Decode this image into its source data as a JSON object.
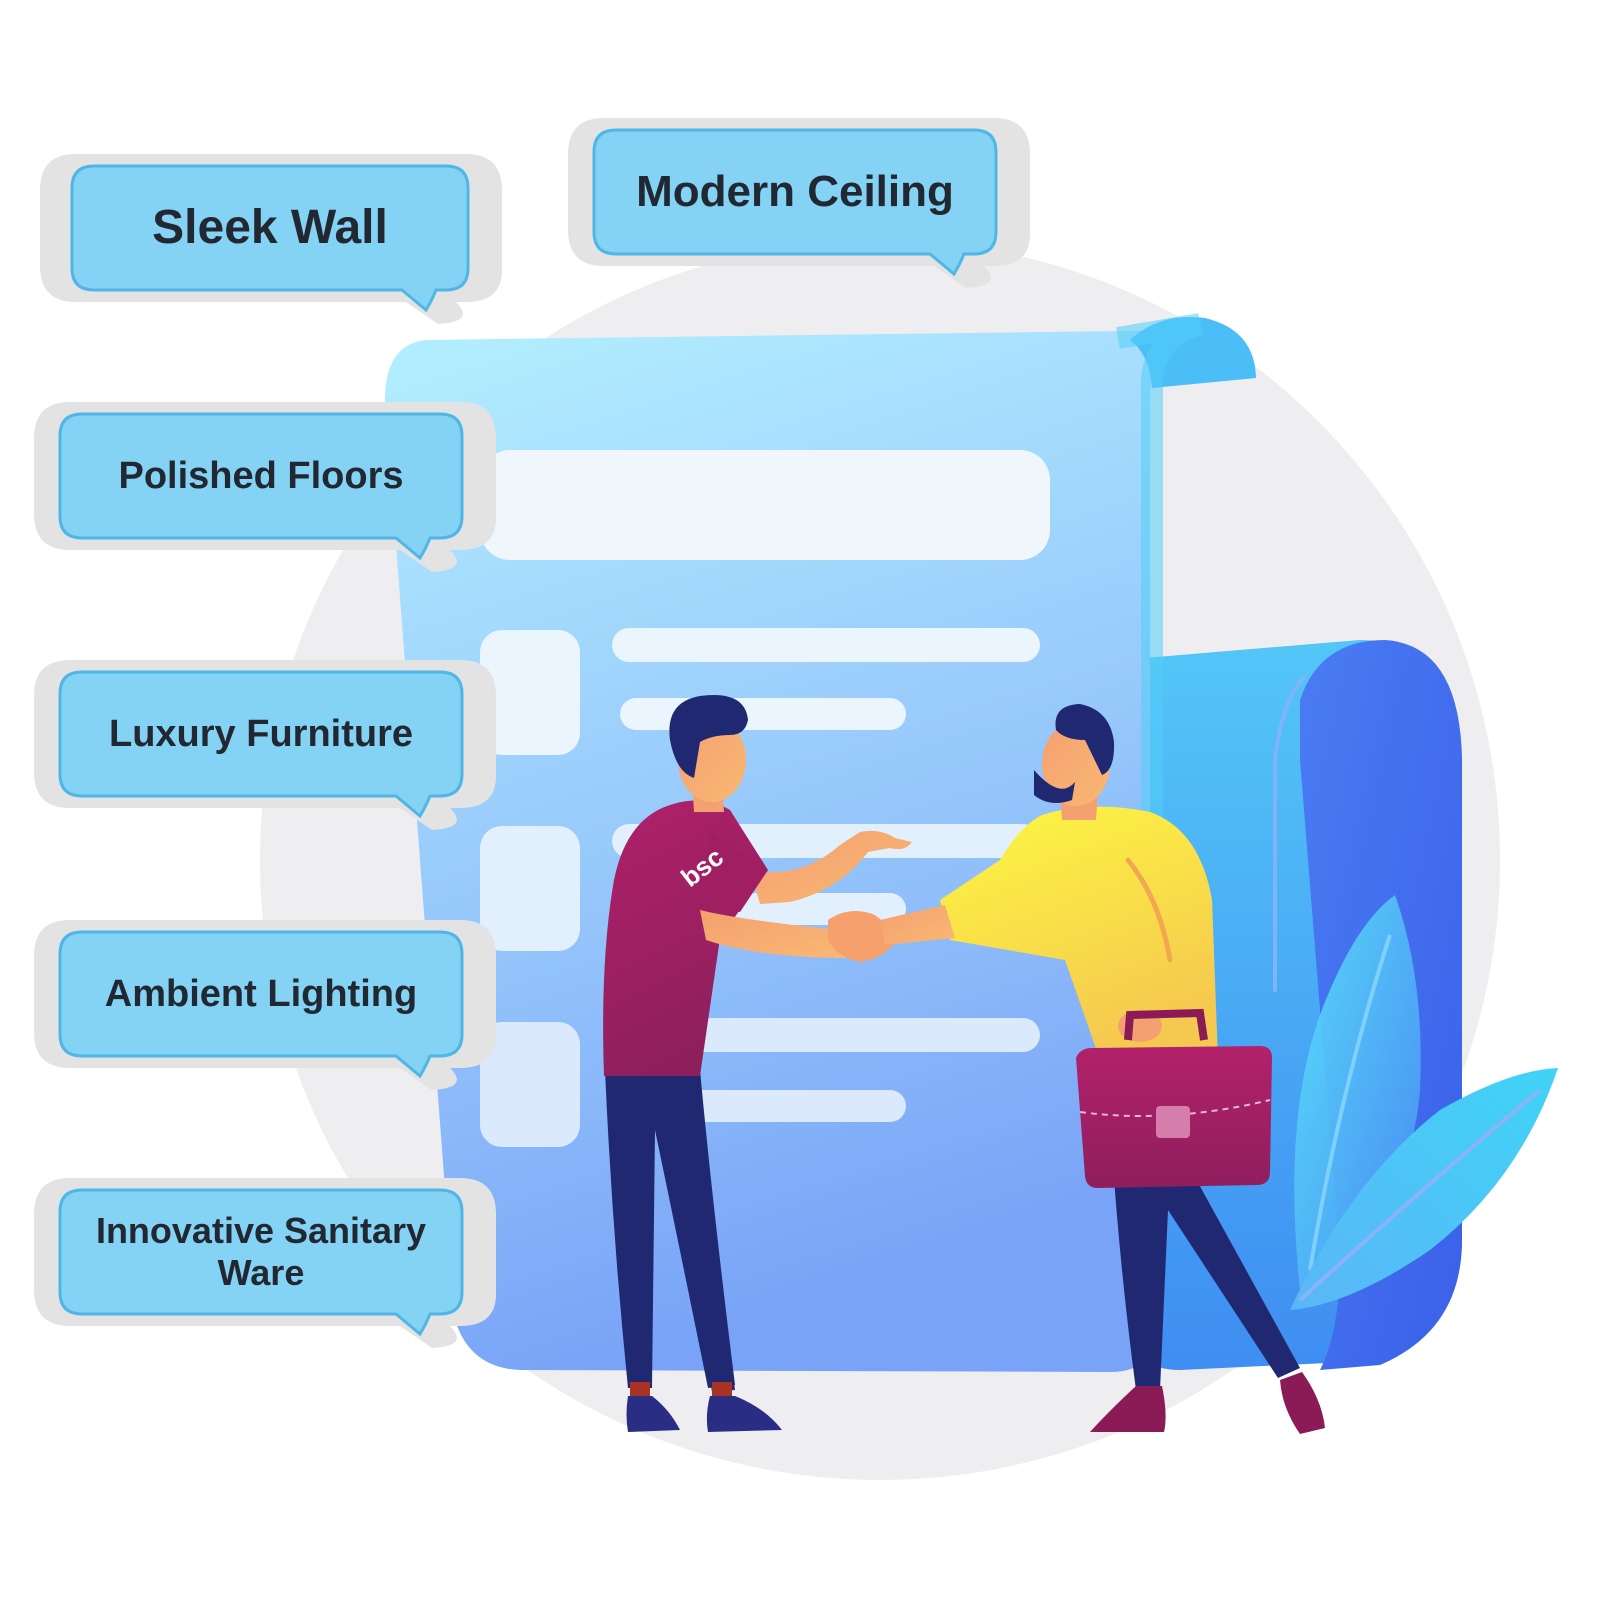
{
  "colors": {
    "bubble_fill": "#84d3f5",
    "bubble_stroke": "#4fb6e6",
    "bubble_shadow": "#e3e3e3",
    "backdrop_circle": "#eeeef0",
    "document_top": "#aeeafc",
    "document_bottom": "#7aa9f6",
    "roll_blue": "#3f6ff0",
    "shirt_magenta": "#a8205f",
    "shirt_yellow": "#f8f146",
    "pants_navy": "#1f2870",
    "skin": "#f6a36c",
    "leaf_cyan": "#4bd6f5"
  },
  "bubbles": [
    {
      "id": "sleek-wall",
      "label": "Sleek Wall"
    },
    {
      "id": "modern-ceiling",
      "label": "Modern Ceiling"
    },
    {
      "id": "polished-floors",
      "label": "Polished Floors"
    },
    {
      "id": "luxury-furniture",
      "label": "Luxury Furniture"
    },
    {
      "id": "ambient-lighting",
      "label": "Ambient Lighting"
    },
    {
      "id": "innovative-sanitary-ware",
      "label": "Innovative Sanitary Ware"
    }
  ],
  "shirt_logo": "bsc"
}
